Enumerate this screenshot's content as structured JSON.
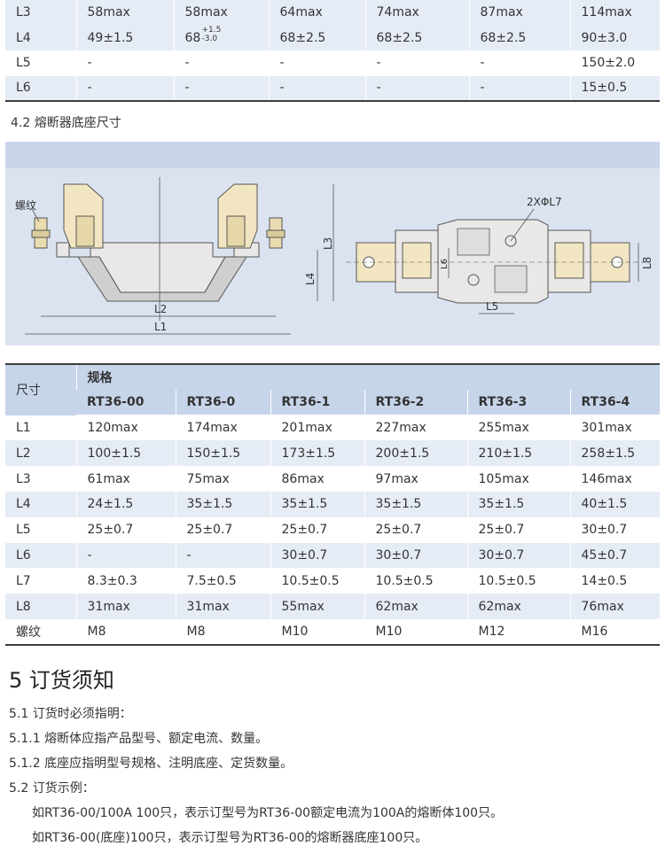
{
  "table1": {
    "rows": [
      {
        "label": "L3",
        "cells": [
          "58max",
          "58max",
          "64max",
          "74max",
          "87max",
          "114max"
        ]
      },
      {
        "label": "L4",
        "cells": [
          "49±1.5",
          "68",
          "68±2.5",
          "68±2.5",
          "68±2.5",
          "90±3.0"
        ],
        "tol_up": "+1.5",
        "tol_down": "-3.0"
      },
      {
        "label": "L5",
        "cells": [
          "-",
          "-",
          "-",
          "-",
          "-",
          "150±2.0"
        ]
      },
      {
        "label": "L6",
        "cells": [
          "-",
          "-",
          "-",
          "-",
          "-",
          "15±0.5"
        ]
      }
    ]
  },
  "section_4_2": {
    "title": "4.2 熔断器底座尺寸"
  },
  "diagram": {
    "labels": {
      "thread": "螺纹",
      "L1": "L1",
      "L2": "L2",
      "L3": "L3",
      "L4": "L4",
      "L5": "L5",
      "L6": "L6",
      "L8": "L8",
      "hole": "2XΦL7"
    }
  },
  "table2": {
    "corner": "尺寸",
    "group": "规格",
    "models": [
      "RT36-00",
      "RT36-0",
      "RT36-1",
      "RT36-2",
      "RT36-3",
      "RT36-4"
    ],
    "rows": [
      {
        "label": "L1",
        "cells": [
          "120max",
          "174max",
          "201max",
          "227max",
          "255max",
          "301max"
        ]
      },
      {
        "label": "L2",
        "cells": [
          "100±1.5",
          "150±1.5",
          "173±1.5",
          "200±1.5",
          "210±1.5",
          "258±1.5"
        ]
      },
      {
        "label": "L3",
        "cells": [
          "61max",
          "75max",
          "86max",
          "97max",
          "105max",
          "146max"
        ]
      },
      {
        "label": "L4",
        "cells": [
          "24±1.5",
          "35±1.5",
          "35±1.5",
          "35±1.5",
          "35±1.5",
          "40±1.5"
        ]
      },
      {
        "label": "L5",
        "cells": [
          "25±0.7",
          "25±0.7",
          "25±0.7",
          "25±0.7",
          "25±0.7",
          "30±0.7"
        ]
      },
      {
        "label": "L6",
        "cells": [
          "-",
          "-",
          "30±0.7",
          "30±0.7",
          "30±0.7",
          "45±0.7"
        ]
      },
      {
        "label": "L7",
        "cells": [
          "8.3±0.3",
          "7.5±0.5",
          "10.5±0.5",
          "10.5±0.5",
          "10.5±0.5",
          "14±0.5"
        ]
      },
      {
        "label": "L8",
        "cells": [
          "31max",
          "31max",
          "55max",
          "62max",
          "62max",
          "76max"
        ]
      },
      {
        "label": "螺纹",
        "cells": [
          "M8",
          "M8",
          "M10",
          "M10",
          "M12",
          "M16"
        ]
      }
    ]
  },
  "section_5": {
    "title": "5 订货须知",
    "p1": "5.1 订货时必须指明：",
    "p2": "5.1.1 熔断体应指产品型号、额定电流、数量。",
    "p3": "5.1.2 底座应指明型号规格、注明底座、定货数量。",
    "p4": "5.2 订货示例：",
    "p5": "如RT36-00/100A  100只，表示订型号为RT36-00额定电流为100A的熔断体100只。",
    "p6": "如RT36-00(底座)100只，表示订型号为RT36-00的熔断器底座100只。"
  }
}
